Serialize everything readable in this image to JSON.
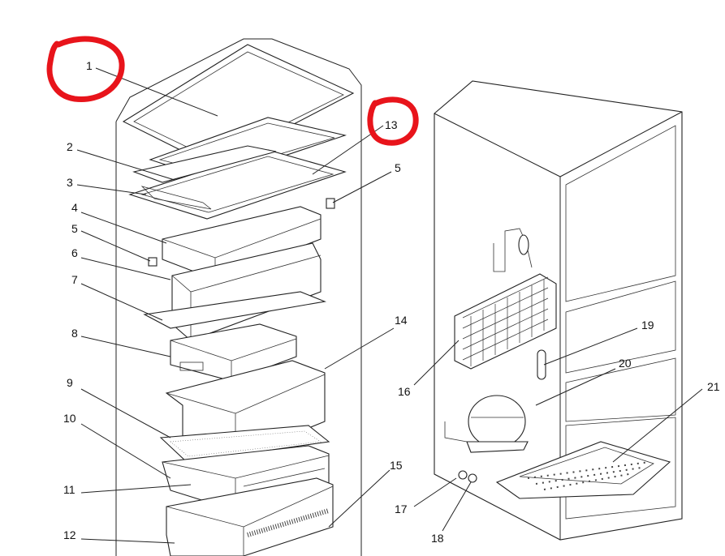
{
  "diagram": {
    "callouts": [
      {
        "id": "1",
        "text": "1"
      },
      {
        "id": "2",
        "text": "2"
      },
      {
        "id": "3",
        "text": "3"
      },
      {
        "id": "4",
        "text": "4"
      },
      {
        "id": "5a",
        "text": "5"
      },
      {
        "id": "5b",
        "text": "5"
      },
      {
        "id": "6",
        "text": "6"
      },
      {
        "id": "7",
        "text": "7"
      },
      {
        "id": "8",
        "text": "8"
      },
      {
        "id": "9",
        "text": "9"
      },
      {
        "id": "10",
        "text": "10"
      },
      {
        "id": "11",
        "text": "11"
      },
      {
        "id": "12",
        "text": "12"
      },
      {
        "id": "13",
        "text": "13"
      },
      {
        "id": "14",
        "text": "14"
      },
      {
        "id": "15",
        "text": "15"
      },
      {
        "id": "16",
        "text": "16"
      },
      {
        "id": "17",
        "text": "17"
      },
      {
        "id": "18",
        "text": "18"
      },
      {
        "id": "19",
        "text": "19"
      },
      {
        "id": "20",
        "text": "20"
      },
      {
        "id": "21",
        "text": "21"
      }
    ],
    "highlight_color": "#e8141b",
    "highlighted": [
      "1",
      "13"
    ]
  }
}
